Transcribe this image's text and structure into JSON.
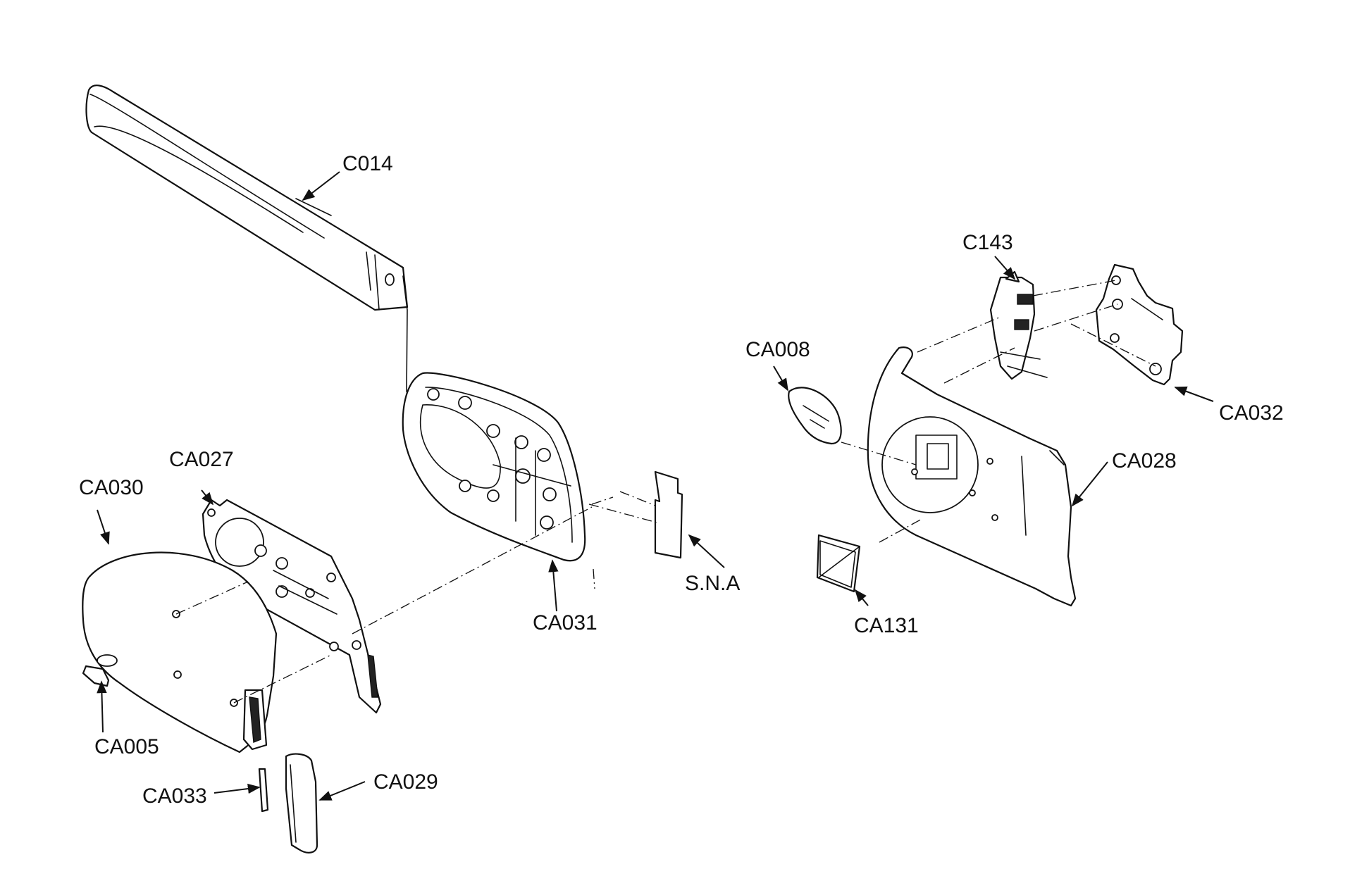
{
  "labels": {
    "c014": "C014",
    "c143": "C143",
    "ca008": "CA008",
    "ca032": "CA032",
    "ca027": "CA027",
    "ca030": "CA030",
    "ca028": "CA028",
    "sna": "S.N.A",
    "ca031": "CA031",
    "ca131": "CA131",
    "ca005": "CA005",
    "ca033": "CA033",
    "ca029": "CA029"
  }
}
